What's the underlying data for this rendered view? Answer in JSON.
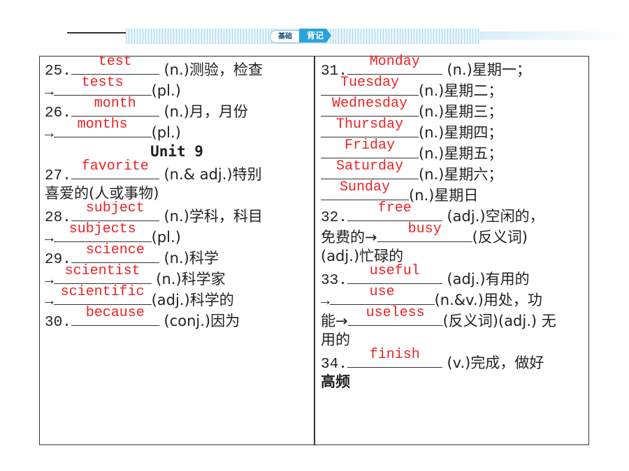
{
  "header": {
    "tab_left": "基础",
    "tab_right": "背记"
  },
  "left": [
    {
      "type": "entry",
      "num": "25.",
      "answer": "test",
      "after": " (n.)测验，检查"
    },
    {
      "type": "cont",
      "answer": "tests",
      "after": "(pl.)"
    },
    {
      "type": "entry",
      "num": "26.",
      "answer": "month",
      "after": " (n.)月，月份"
    },
    {
      "type": "cont",
      "answer": "months",
      "after": "(pl.)"
    },
    {
      "type": "heading",
      "text": "Unit 9"
    },
    {
      "type": "entry",
      "num": "27.",
      "answer": "favorite",
      "after": " (n.& adj.)特别"
    },
    {
      "type": "text",
      "text": "喜爱的(人或事物)"
    },
    {
      "type": "entry",
      "num": "28.",
      "answer": "subject",
      "after": " (n.)学科，科目"
    },
    {
      "type": "cont",
      "answer": "subjects",
      "after": "(pl.)"
    },
    {
      "type": "entry",
      "num": "29.",
      "answer": "science",
      "after": " (n.)科学"
    },
    {
      "type": "cont",
      "answer": "scientist",
      "after": " (n.)科学家"
    },
    {
      "type": "cont",
      "answer": "scientific",
      "after": "(adj.)科学的"
    },
    {
      "type": "entry",
      "num": "30.",
      "answer": "because",
      "after": " (conj.)因为"
    }
  ],
  "right": [
    {
      "type": "entry",
      "num": "31.",
      "answer": "Monday",
      "after": " (n.)星期一；"
    },
    {
      "type": "plain",
      "answer": "Tuesday",
      "after": "(n.)星期二；"
    },
    {
      "type": "plain",
      "answer": "Wednesday",
      "after": "(n.)星期三；"
    },
    {
      "type": "plain",
      "answer": "Thursday",
      "after": "(n.)星期四；"
    },
    {
      "type": "plain",
      "answer": "Friday",
      "after": "(n.)星期五；"
    },
    {
      "type": "plain",
      "answer": "Saturday",
      "after": "(n.)星期六；"
    },
    {
      "type": "plain",
      "answer": "Sunday",
      "after": "(n.)星期日"
    },
    {
      "type": "entry",
      "num": "32.",
      "answer": "free",
      "after": " (adj.)空闲的，"
    },
    {
      "type": "mid",
      "before": "免费的→",
      "answer": "busy",
      "after": "(反义词)"
    },
    {
      "type": "text",
      "text": "(adj.)忙碌的"
    },
    {
      "type": "entry",
      "num": "33.",
      "answer": "useful",
      "after": " (adj.)有用的"
    },
    {
      "type": "cont",
      "answer": "use",
      "after": "(n.&v.)用处，功"
    },
    {
      "type": "mid",
      "before": "能→",
      "answer": "useless",
      "after": "(反义词)(adj.) 无"
    },
    {
      "type": "text",
      "text": "用的"
    },
    {
      "type": "entry",
      "num": "34.",
      "answer": "finish",
      "after": " (v.)完成，做好"
    },
    {
      "type": "bold",
      "text": "高频"
    }
  ]
}
